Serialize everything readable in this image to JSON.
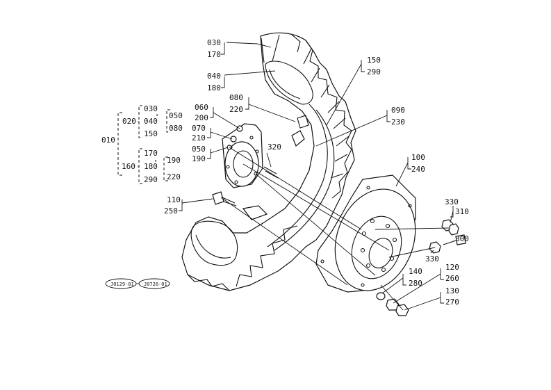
{
  "callouts": [
    {
      "id": "c030",
      "text": "030"
    },
    {
      "id": "c170",
      "text": "170"
    },
    {
      "id": "c040",
      "text": "040"
    },
    {
      "id": "c180",
      "text": "180"
    },
    {
      "id": "c080",
      "text": "080"
    },
    {
      "id": "c220",
      "text": "220"
    },
    {
      "id": "c150",
      "text": "150"
    },
    {
      "id": "c290",
      "text": "290"
    },
    {
      "id": "c090",
      "text": "090"
    },
    {
      "id": "c230",
      "text": "230"
    },
    {
      "id": "c060",
      "text": "060"
    },
    {
      "id": "c200",
      "text": "200"
    },
    {
      "id": "c070",
      "text": "070"
    },
    {
      "id": "c210",
      "text": "210"
    },
    {
      "id": "c050",
      "text": "050"
    },
    {
      "id": "c190",
      "text": "190"
    },
    {
      "id": "c320",
      "text": "320"
    },
    {
      "id": "c110",
      "text": "110"
    },
    {
      "id": "c250",
      "text": "250"
    },
    {
      "id": "c100",
      "text": "100"
    },
    {
      "id": "c240",
      "text": "240"
    },
    {
      "id": "c330a",
      "text": "330"
    },
    {
      "id": "c310",
      "text": "310"
    },
    {
      "id": "c300",
      "text": "300"
    },
    {
      "id": "c330b",
      "text": "330"
    },
    {
      "id": "c140",
      "text": "140"
    },
    {
      "id": "c280",
      "text": "280"
    },
    {
      "id": "c120",
      "text": "120"
    },
    {
      "id": "c260",
      "text": "260"
    },
    {
      "id": "c130",
      "text": "130"
    },
    {
      "id": "c270",
      "text": "270"
    }
  ],
  "tree": [
    {
      "id": "t010",
      "text": "010"
    },
    {
      "id": "t020",
      "text": "020"
    },
    {
      "id": "t030",
      "text": "030"
    },
    {
      "id": "t040",
      "text": "040"
    },
    {
      "id": "t150",
      "text": "150"
    },
    {
      "id": "t050",
      "text": "050"
    },
    {
      "id": "t080",
      "text": "080"
    },
    {
      "id": "t160",
      "text": "160"
    },
    {
      "id": "t170",
      "text": "170"
    },
    {
      "id": "t180",
      "text": "180"
    },
    {
      "id": "t290",
      "text": "290"
    },
    {
      "id": "t190",
      "text": "190"
    },
    {
      "id": "t220",
      "text": "220"
    }
  ],
  "refs": [
    {
      "id": "ref1",
      "text": "J0129-01"
    },
    {
      "id": "ref2",
      "text": "J0726-01"
    }
  ]
}
